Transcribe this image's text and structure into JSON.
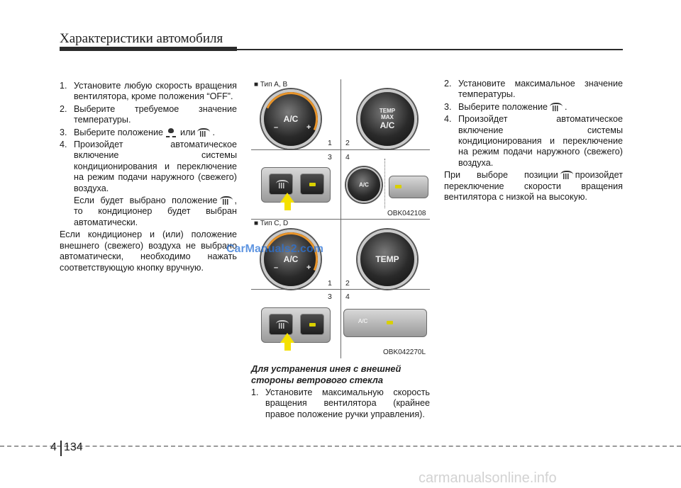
{
  "header": {
    "title": "Характеристики автомобиля"
  },
  "left_column": {
    "steps": [
      {
        "num": "1.",
        "text": "Установите любую скорость вращения вентилятора, кроме положения “OFF”."
      },
      {
        "num": "2.",
        "text": "Выберите требуемое значение температуры."
      },
      {
        "num": "3.",
        "text_before": "Выберите положение",
        "text_mid": "или",
        "text_after": "."
      },
      {
        "num": "4.",
        "text": "Произойдет автоматическое включение системы кондиционирования и переключение на режим подачи наружного (свежего) воздуха."
      }
    ],
    "note_before": "Если будет выбрано положение",
    "note_after": ", то кондиционер будет выбран автоматически.",
    "paragraph": "Если кондиционер и (или) положение внешнего (свежего) воздуха не выбрано автоматически, необходимо нажать соответствующую кнопку вручную."
  },
  "figure": {
    "top_label": "■ Тип A, B",
    "bottom_label": "■ Тип C, D",
    "ref_top": "OBK042108",
    "ref_bottom": "OBK042270L",
    "n1": "1",
    "n2": "2",
    "n3": "3",
    "n4": "4",
    "knob_ac": "A/C",
    "knob_temp": "TEMP",
    "knob_max": "MAX",
    "knob_minus": "–",
    "knob_plus": "+",
    "btn_ac": "A/C"
  },
  "middle_column": {
    "title": "Для устранения инея с внешней стороны ветрового стекла",
    "steps": [
      {
        "num": "1.",
        "text": "Установите максимальную скорость вращения вентилятора (крайнее правое положение ручки управления)."
      }
    ]
  },
  "right_column": {
    "steps": [
      {
        "num": "2.",
        "text": "Установите максимальное значение температуры."
      },
      {
        "num": "3.",
        "text_before": "Выберите положение",
        "text_after": "."
      },
      {
        "num": "4.",
        "text": "Произойдет автоматическое включение системы кондиционирования и переключение на режим подачи наружного (свежего) воздуха."
      }
    ],
    "paragraph_before": "При выборе позиции",
    "paragraph_after": "произойдет переключение скорости вращения вентилятора с низкой на высокую."
  },
  "watermark": "CarManuals2.com",
  "footer": {
    "chapter": "4",
    "page": "134",
    "site": "carmanualsonline.info"
  },
  "colors": {
    "arrow": "#f4e000",
    "led": "#d9d000",
    "knob_accent": "#e8942a",
    "watermark": "#2b73d8"
  }
}
